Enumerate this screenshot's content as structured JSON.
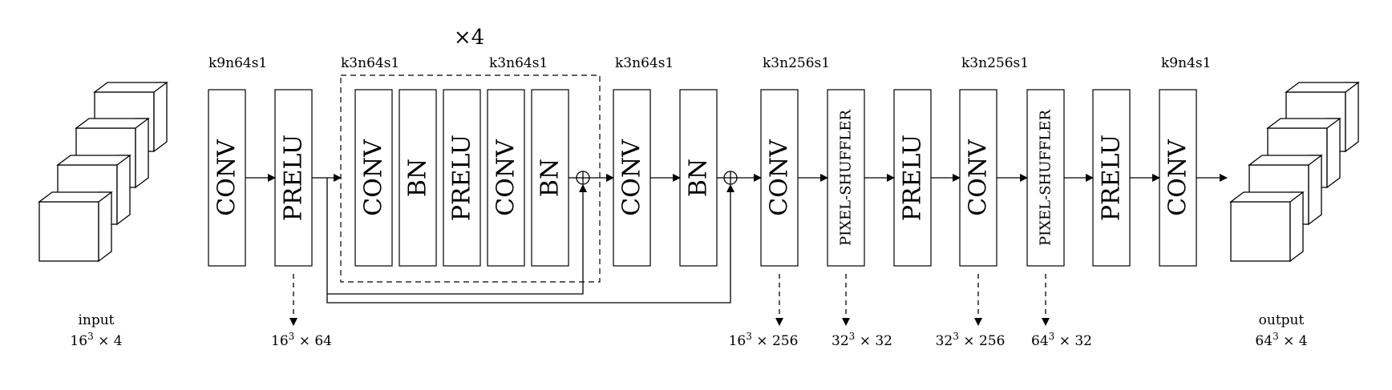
{
  "repeat_label": "×4",
  "input": {
    "label": "input",
    "shape_base": "16",
    "shape_exp": "3",
    "shape_rest": " × 4"
  },
  "output": {
    "label": "output",
    "shape_base": "64",
    "shape_exp": "3",
    "shape_rest": " × 4"
  },
  "kernel_labels": [
    "k9n64s1",
    "k3n64s1",
    "k3n64s1",
    "k3n64s1",
    "k3n256s1",
    "k3n256s1",
    "k9n4s1"
  ],
  "blocks": [
    "CONV",
    "PRELU",
    "CONV",
    "BN",
    "PRELU",
    "CONV",
    "BN",
    "CONV",
    "BN",
    "CONV",
    "PIXEL-SHUFFLER",
    "PRELU",
    "CONV",
    "PIXEL-SHUFFLER",
    "PRELU",
    "CONV"
  ],
  "dims": [
    {
      "base": "16",
      "exp": "3",
      "rest": " × 64"
    },
    {
      "base": "16",
      "exp": "3",
      "rest": " × 256"
    },
    {
      "base": "32",
      "exp": "3",
      "rest": " × 32"
    },
    {
      "base": "32",
      "exp": "3",
      "rest": " × 256"
    },
    {
      "base": "64",
      "exp": "3",
      "rest": " × 32"
    }
  ]
}
